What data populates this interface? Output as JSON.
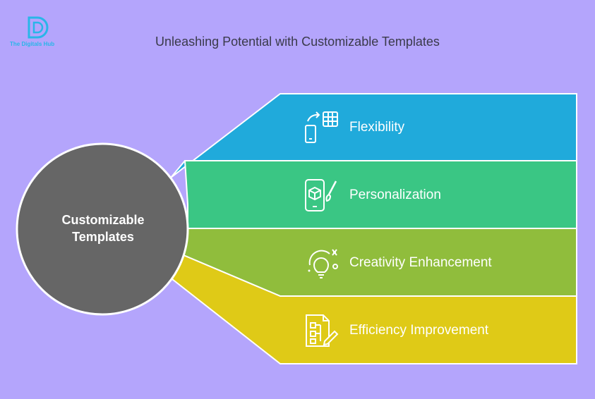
{
  "title": "Unleashing Potential with Customizable Templates",
  "logo": {
    "text": "The Digitals Hub",
    "icon": "digitals-hub-logo-icon",
    "color": "#29b6e8"
  },
  "center": {
    "label_line1": "Customizable",
    "label_line2": "Templates",
    "color": "#666666"
  },
  "items": [
    {
      "label": "Flexibility",
      "icon": "device-switch-icon",
      "color": "#20aadb"
    },
    {
      "label": "Personalization",
      "icon": "phone-cube-brush-icon",
      "color": "#3ac684"
    },
    {
      "label": "Creativity Enhancement",
      "icon": "lightbulb-idea-icon",
      "color": "#90bd3c"
    },
    {
      "label": "Efficiency Improvement",
      "icon": "document-edit-icon",
      "color": "#dfca17"
    }
  ]
}
